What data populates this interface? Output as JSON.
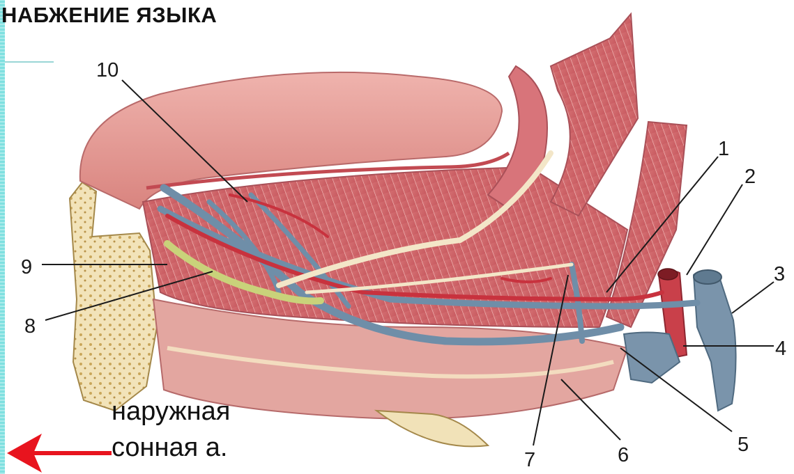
{
  "title": "НАБЖЕНИЕ ЯЗЫКА",
  "labels": {
    "n1": "1",
    "n2": "2",
    "n3": "3",
    "n4": "4",
    "n5": "5",
    "n6": "6",
    "n7": "7",
    "n8": "8",
    "n9": "9",
    "n10": "10"
  },
  "caption": {
    "line1": "наружная",
    "line2": "сонная а."
  },
  "colors": {
    "accent_strip": "#7fe0e0",
    "arrow": "#e8141e",
    "muscle": "#d9767a",
    "vein": "#6f8ea8",
    "nerve": "#f3e6c8",
    "bone": "#f1e2b8"
  },
  "icons": {
    "arrow": "red-left-arrow"
  }
}
